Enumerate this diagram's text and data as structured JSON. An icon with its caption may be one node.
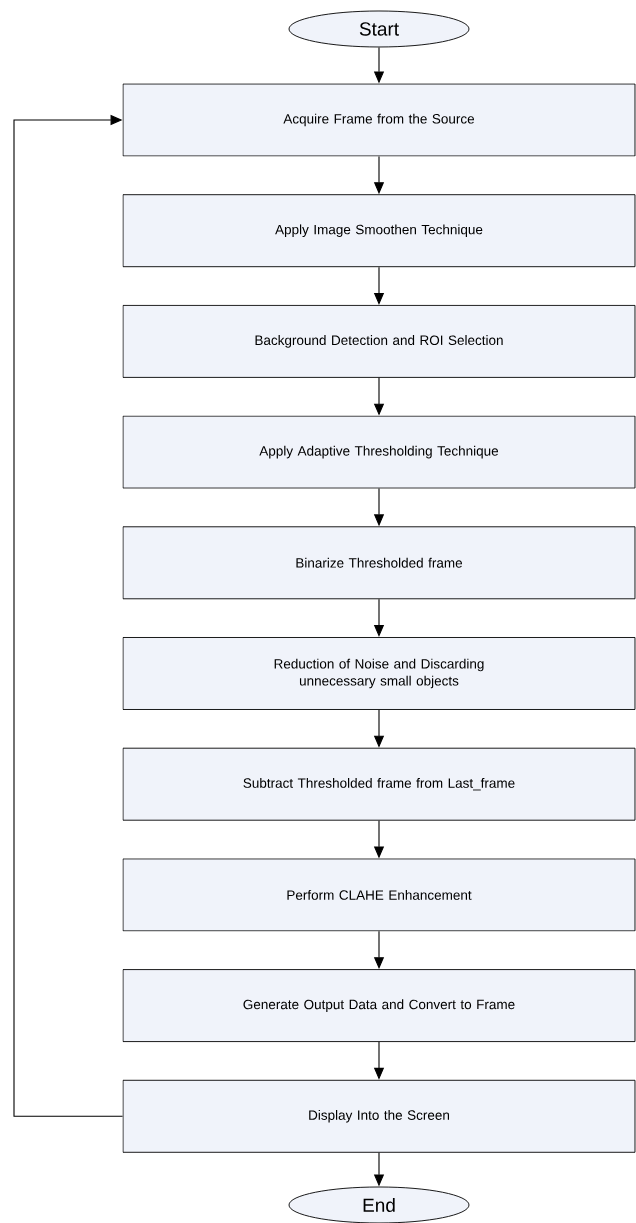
{
  "diagram": {
    "nodes": [
      {
        "text": [
          "Start"
        ]
      },
      {
        "text": [
          "Acquire Frame from the Source"
        ]
      },
      {
        "text": [
          "Apply Image Smoothen Technique"
        ]
      },
      {
        "text": [
          "Background Detection and ROI Selection"
        ]
      },
      {
        "text": [
          "Apply Adaptive Thresholding Technique"
        ]
      },
      {
        "text": [
          "Binarize Thresholded frame"
        ]
      },
      {
        "text": [
          "Reduction of Noise and Discarding unnecessary small objects"
        ]
      },
      {
        "text": [
          "Subtract Thresholded frame from  Last_frame"
        ]
      },
      {
        "text": [
          "Perform CLAHE Enhancement"
        ]
      },
      {
        "text": [
          "Generate Output Data and Convert to Frame"
        ]
      },
      {
        "text": [
          "Display Into the Screen"
        ]
      },
      {
        "text": [
          "End"
        ]
      }
    ],
    "edges": [
      {
        "from": 0,
        "to": 1,
        "arrow": "to"
      },
      {
        "from": 1,
        "to": 2,
        "arrow": "to"
      },
      {
        "from": 2,
        "to": 3,
        "arrow": "to"
      },
      {
        "from": 3,
        "to": 4,
        "arrow": "to"
      },
      {
        "from": 4,
        "to": 5,
        "arrow": "to"
      },
      {
        "from": 5,
        "to": 6,
        "arrow": "to"
      },
      {
        "from": 6,
        "to": 7,
        "arrow": "to"
      },
      {
        "from": 7,
        "to": 8,
        "arrow": "to"
      },
      {
        "from": 8,
        "to": 9,
        "arrow": "to"
      },
      {
        "from": 9,
        "to": 10,
        "arrow": "to"
      },
      {
        "from": 10,
        "to": 11,
        "arrow": "to"
      },
      {
        "from": 10,
        "to": 1,
        "arrow": "to"
      }
    ]
  }
}
